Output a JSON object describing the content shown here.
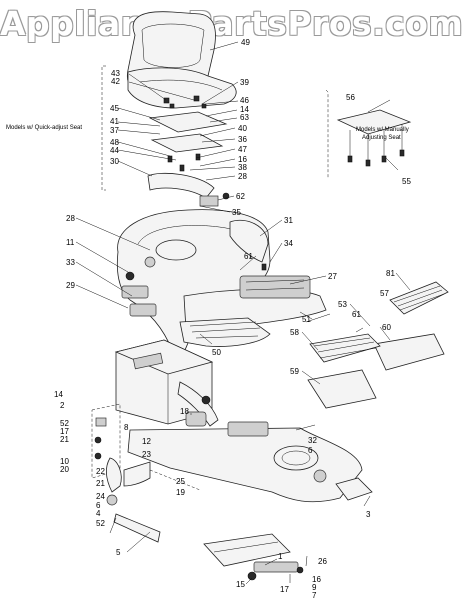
{
  "watermark": "AppliancePartsPros.com",
  "captions": {
    "quick_adjust_seat": "Models w/ Quick-adjust Seat",
    "manual_adjust_seat_line1": "Models w/ Manually",
    "manual_adjust_seat_line2": "Adjusting Seat"
  },
  "callouts": [
    "49",
    "43",
    "42",
    "39",
    "46",
    "14",
    "63",
    "45",
    "41",
    "40",
    "37",
    "36",
    "48",
    "47",
    "44",
    "16",
    "38",
    "30",
    "28",
    "62",
    "35",
    "28",
    "31",
    "11",
    "34",
    "33",
    "61",
    "27",
    "29",
    "51",
    "53",
    "61",
    "50",
    "57",
    "60",
    "58",
    "59",
    "56",
    "55",
    "14",
    "2",
    "18",
    "8",
    "52",
    "12",
    "17",
    "21",
    "23",
    "10",
    "20",
    "22",
    "21",
    "24",
    "6",
    "25",
    "19",
    "4",
    "52",
    "5",
    "32",
    "6",
    "3",
    "1",
    "26",
    "16",
    "9",
    "7",
    "15",
    "17",
    "81"
  ],
  "colors": {
    "line": "#111111",
    "fill": "#f4f4f4",
    "watermark_outline": "#9a9a9a"
  }
}
